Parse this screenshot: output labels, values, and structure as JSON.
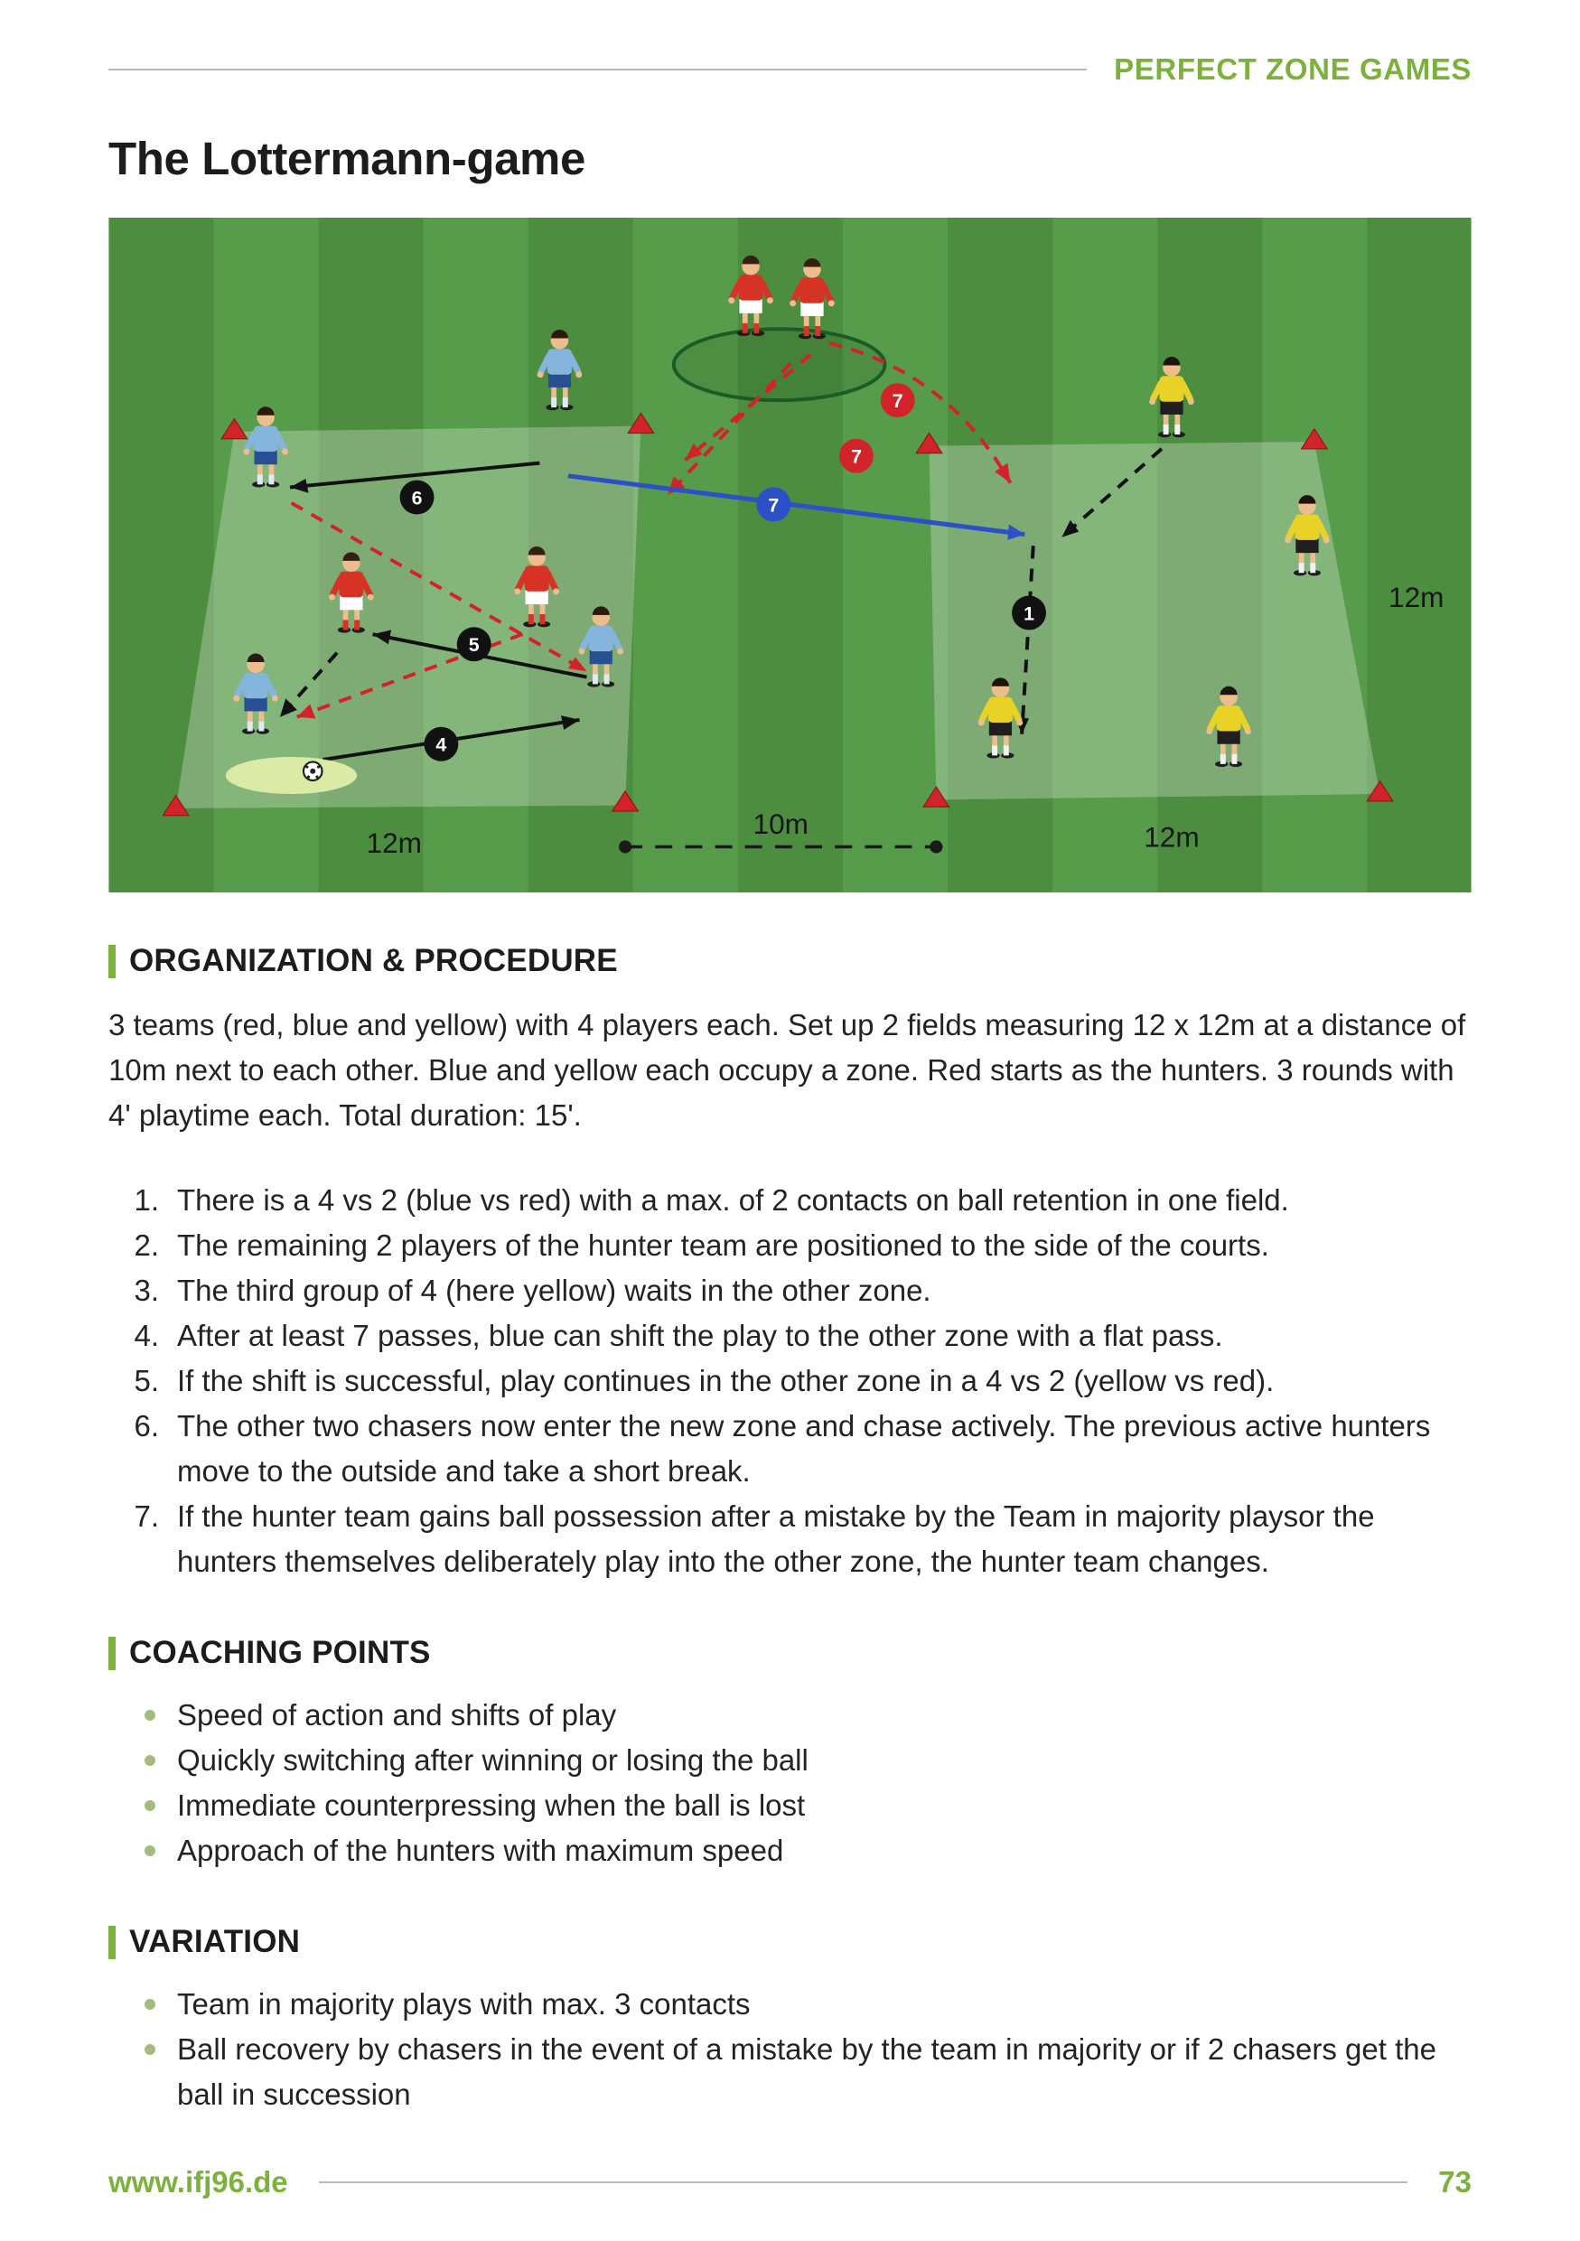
{
  "page": {
    "header": "PERFECT ZONE GAMES",
    "title": "The Lottermann-game",
    "footer": {
      "url": "www.ifj96.de",
      "page_number": "73"
    }
  },
  "diagram": {
    "labels": {
      "left_width": "12m",
      "gap": "10m",
      "right_width": "12m",
      "right_height": "12m"
    },
    "markers": {
      "n1": "1",
      "n4": "4",
      "n5": "5",
      "n6": "6",
      "n7_blue": "7",
      "n7_red_a": "7",
      "n7_red_b": "7"
    }
  },
  "organization": {
    "heading": "ORGANIZATION & PROCEDURE",
    "intro": "3 teams (red, blue and yellow) with 4 players each. Set up 2 fields measuring 12 x 12m at a distance of 10m next to each other. Blue and yellow each occupy a zone. Red starts as the hunters. 3 rounds with 4' playtime each. Total duration: 15'.",
    "items": [
      {
        "num": "1.",
        "text": "There is a 4 vs 2 (blue vs red) with a max. of 2 contacts on ball retention in one field."
      },
      {
        "num": "2.",
        "text": "The remaining 2 players of the hunter team are positioned to the side of the courts."
      },
      {
        "num": "3.",
        "text": "The third group of 4 (here yellow) waits in the other zone."
      },
      {
        "num": "4.",
        "text": "After at least 7 passes, blue can shift the play to the other zone with a flat pass."
      },
      {
        "num": "5.",
        "text": "If the shift is successful, play continues in the other zone in a 4 vs 2 (yellow vs red)."
      },
      {
        "num": "6.",
        "text": "The other two chasers now enter the new zone and chase actively. The previous active hunters move to the outside and take a short break."
      },
      {
        "num": "7.",
        "text": "If the hunter team gains ball possession after a mistake by the Team in majority playsor the hunters themselves deliberately play into the other zone, the hunter team changes."
      }
    ]
  },
  "coaching": {
    "heading": "COACHING POINTS",
    "items": [
      "Speed of action and shifts of play",
      "Quickly switching after winning or losing the ball",
      "Immediate counterpressing when the ball is lost",
      "Approach of the hunters with maximum speed"
    ]
  },
  "variation": {
    "heading": "VARIATION",
    "items": [
      "Team in majority plays with max. 3 contacts",
      "Ball recovery by chasers in the event of a mistake by the team in majority or if 2 chasers get the ball in succession"
    ]
  },
  "colors": {
    "accent_green": "#7cb13e",
    "field_green_dark": "#4d8d40",
    "field_green_light": "#579c4a",
    "team_red": "#d63226",
    "team_blue": "#85b4dc",
    "team_yellow": "#e8d227",
    "pass_blue": "#2b50c8",
    "hunter_red": "#d2232a"
  }
}
